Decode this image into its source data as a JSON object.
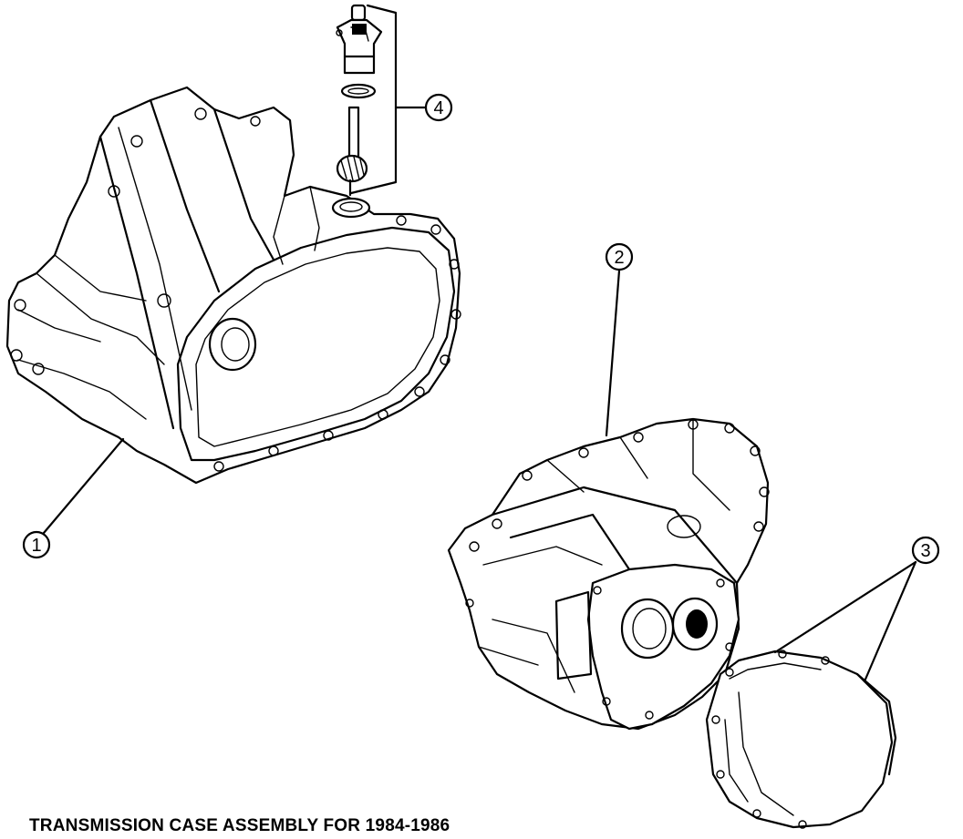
{
  "caption": "TRANSMISSION CASE ASSEMBLY FOR 1984-1986",
  "callouts": [
    {
      "id": "1",
      "label": "1"
    },
    {
      "id": "2",
      "label": "2"
    },
    {
      "id": "3",
      "label": "3"
    },
    {
      "id": "4",
      "label": "4"
    }
  ],
  "parts": [
    {
      "ref": "1",
      "icon": "clutch-housing-icon"
    },
    {
      "ref": "2",
      "icon": "transmission-case-icon"
    },
    {
      "ref": "3",
      "icon": "end-cover-icon"
    },
    {
      "ref": "4",
      "icon": "speedometer-driven-gear-icon"
    }
  ]
}
